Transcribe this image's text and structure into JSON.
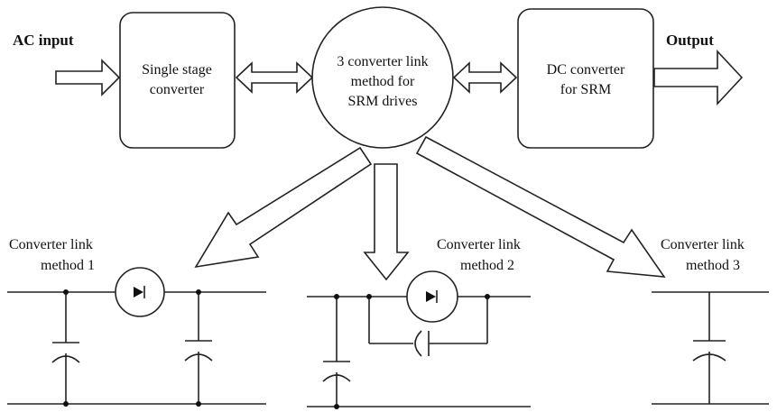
{
  "labels": {
    "ac_input": "AC input",
    "output": "Output"
  },
  "blocks": {
    "single_stage": [
      "Single stage",
      "converter"
    ],
    "center": [
      "3 converter link",
      "method for",
      "SRM drives"
    ],
    "dc_converter": [
      "DC converter",
      "for SRM"
    ]
  },
  "methods": {
    "m1": [
      "Converter link",
      "method 1"
    ],
    "m2": [
      "Converter link",
      "method 2"
    ],
    "m3": [
      "Converter link",
      "method 3"
    ]
  },
  "colors": {
    "line": "#222222",
    "text": "#111111",
    "background": "#ffffff"
  }
}
